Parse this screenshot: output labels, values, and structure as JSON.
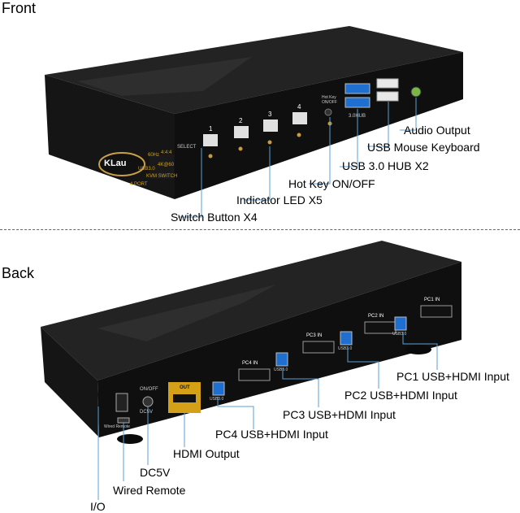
{
  "sections": {
    "front": "Front",
    "back": "Back"
  },
  "brand": {
    "logo": "KLau"
  },
  "front_panel": {
    "device_badges": [
      "60Hz",
      "4:4:4",
      "USB3.0",
      "4K@60",
      "4 PORT",
      "KVM SWITCH"
    ],
    "select_label": "SELECT",
    "hotkey_label": "Hot Key ON/OFF",
    "hub_label": "3.0HUB",
    "button_numbers": [
      "1",
      "2",
      "3",
      "4"
    ]
  },
  "back_panel": {
    "ports": [
      "PC1 IN",
      "PC2 IN",
      "PC3 IN",
      "PC4 IN",
      "OUT"
    ],
    "usb_label": "USB3.0",
    "power_label": "ON/OFF",
    "dc_label": "DC5V",
    "remote_label": "Wired Remote"
  },
  "front_callouts": [
    "Audio Output",
    "USB Mouse Keyboard",
    "USB 3.0 HUB X2",
    "Hot Key ON/OFF",
    "Indicator LED X5",
    "Switch Button X4"
  ],
  "back_callouts": [
    "PC1 USB+HDMI Input",
    "PC2 USB+HDMI Input",
    "PC3 USB+HDMI Input",
    "PC4 USB+HDMI Input",
    "HDMI Output",
    "DC5V",
    "Wired Remote",
    "I/O"
  ],
  "colors": {
    "body": "#1b1b1b",
    "edge": "#3a3a3a",
    "panel": "#0c0c0c",
    "gold": "#d4a017",
    "usb_blue": "#1f6fd0",
    "line": "#5aa0d8"
  }
}
